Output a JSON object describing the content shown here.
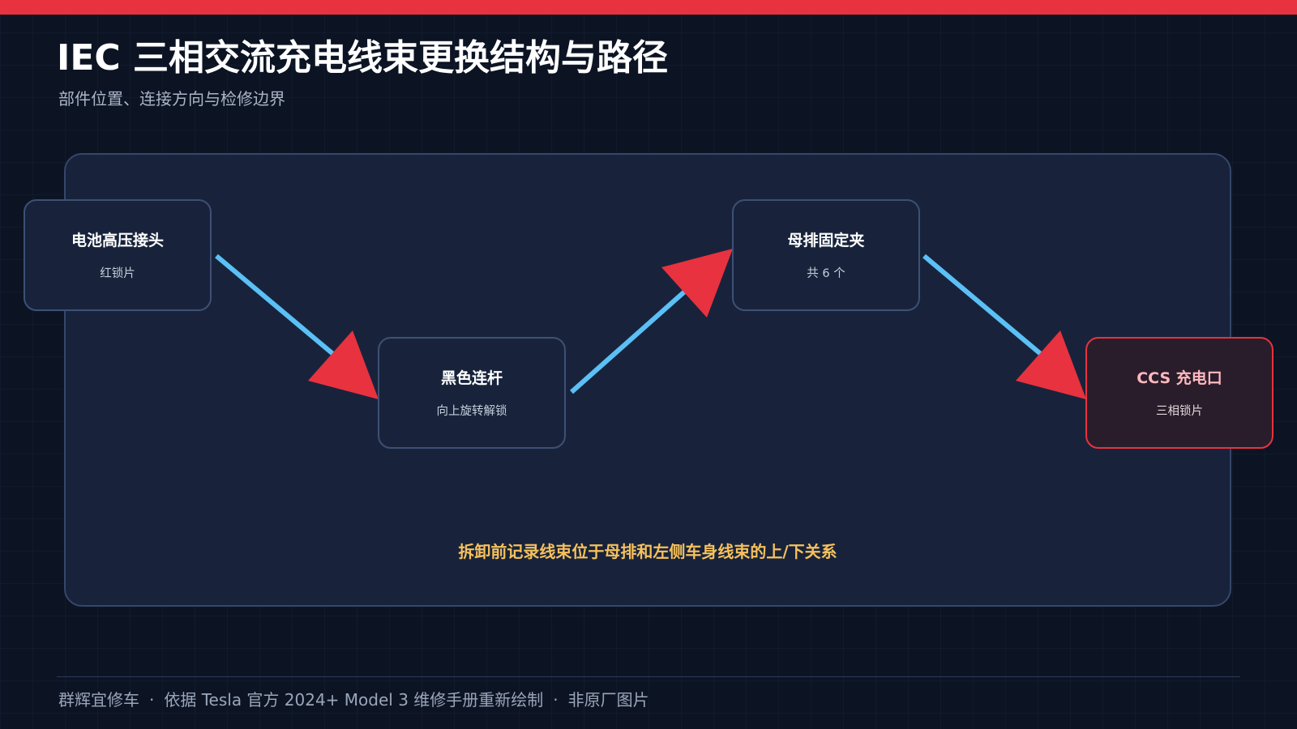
{
  "page": {
    "title": "IEC 三相交流充电线束更换结构与路径",
    "subtitle": "部件位置、连接方向与检修边界"
  },
  "diagram": {
    "nodes": [
      {
        "title": "电池高压接头",
        "sub": "红锁片"
      },
      {
        "title": "黑色连杆",
        "sub": "向上旋转解锁"
      },
      {
        "title": "母排固定夹",
        "sub": "共 6 个"
      },
      {
        "title": "CCS 充电口",
        "sub": "三相锁片"
      }
    ],
    "note": "拆卸前记录线束位于母排和左侧车身线束的上/下关系"
  },
  "footer": {
    "items": [
      "群辉宜修车",
      "依据 Tesla 官方 2024+ Model 3 维修手册重新绘制",
      "非原厂图片"
    ],
    "separator": "·"
  },
  "colors": {
    "accent": "#e8323f",
    "arrow_line": "#5bc0f5",
    "arrow_head": "#e8323f",
    "note": "#f6c15c",
    "background": "#0c1424",
    "panel": "#18233b"
  }
}
